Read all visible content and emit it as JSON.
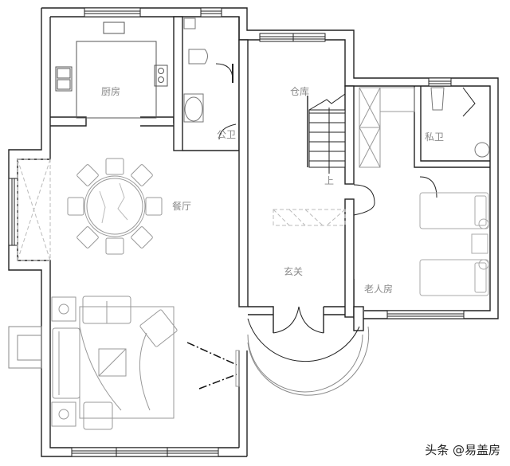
{
  "plan": {
    "type": "floor-plan",
    "rooms": {
      "kitchen": "厨房",
      "public_bathroom": "公卫",
      "storage": "仓库",
      "private_bathroom": "私卫",
      "dining_room": "餐厅",
      "stairs_up": "上",
      "entrance": "玄关",
      "elderly_room": "老人房"
    },
    "colors": {
      "wall": "#222222",
      "furniture": "#9a9a9a",
      "dashed": "#b0b0b0",
      "label": "#8a8a8a",
      "background": "#ffffff"
    }
  },
  "watermark": "头条 @易盖房"
}
